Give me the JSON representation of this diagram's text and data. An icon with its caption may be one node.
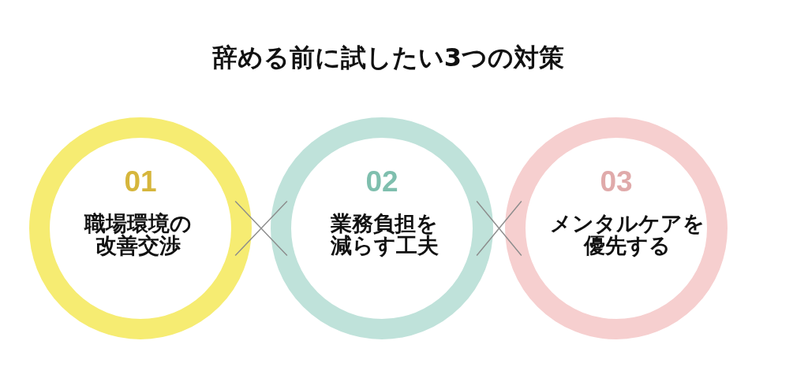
{
  "diagram": {
    "title": "辞める前に試したい3つの対策",
    "nodes": [
      {
        "text": [
          "01",
          "職場環境の改善交渉"
        ]
      },
      {
        "text": [
          "02",
          "業務負担を減らす工夫"
        ]
      },
      {
        "text": [
          "03",
          "メンタルケアを優先する"
        ]
      }
    ],
    "edges": [
      {
        "from": 0,
        "to": 1,
        "arrow": "none"
      },
      {
        "from": 1,
        "to": 2,
        "arrow": "none"
      }
    ]
  }
}
